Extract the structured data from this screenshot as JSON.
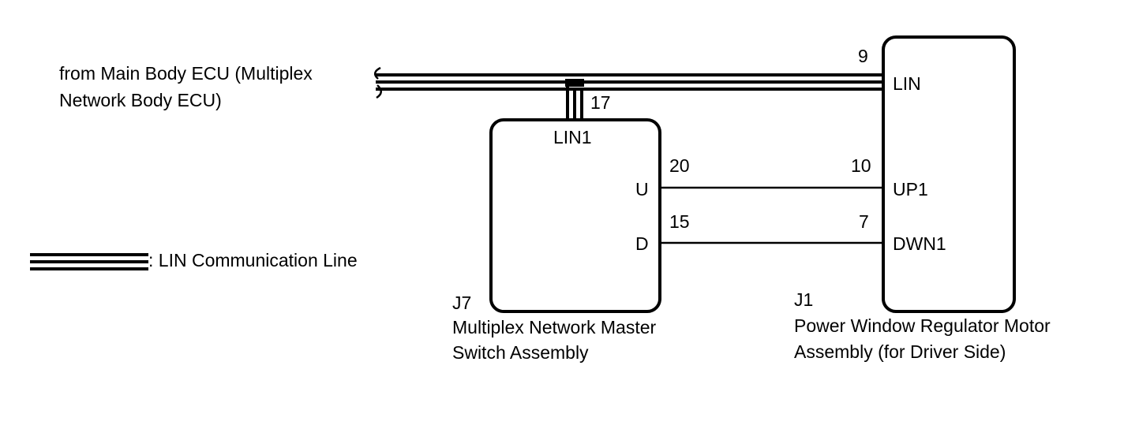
{
  "source": {
    "line1": "from Main Body ECU (Multiplex",
    "line2": "Network Body ECU)"
  },
  "master_switch": {
    "connector": "J7",
    "name_line1": "Multiplex Network Master",
    "name_line2": "Switch Assembly",
    "pins": {
      "lin": {
        "label": "LIN1",
        "number": "17"
      },
      "up": {
        "label": "U",
        "number": "20"
      },
      "down": {
        "label": "D",
        "number": "15"
      }
    }
  },
  "regulator_motor": {
    "connector": "J1",
    "name_line1": "Power Window Regulator Motor",
    "name_line2": "Assembly (for Driver Side)",
    "pins": {
      "lin": {
        "label": "LIN",
        "number": "9"
      },
      "up": {
        "label": "UP1",
        "number": "10"
      },
      "down": {
        "label": "DWN1",
        "number": "7"
      }
    }
  },
  "legend": {
    "label": ": LIN Communication Line"
  },
  "colors": {
    "line": "#000000",
    "background": "#ffffff"
  }
}
